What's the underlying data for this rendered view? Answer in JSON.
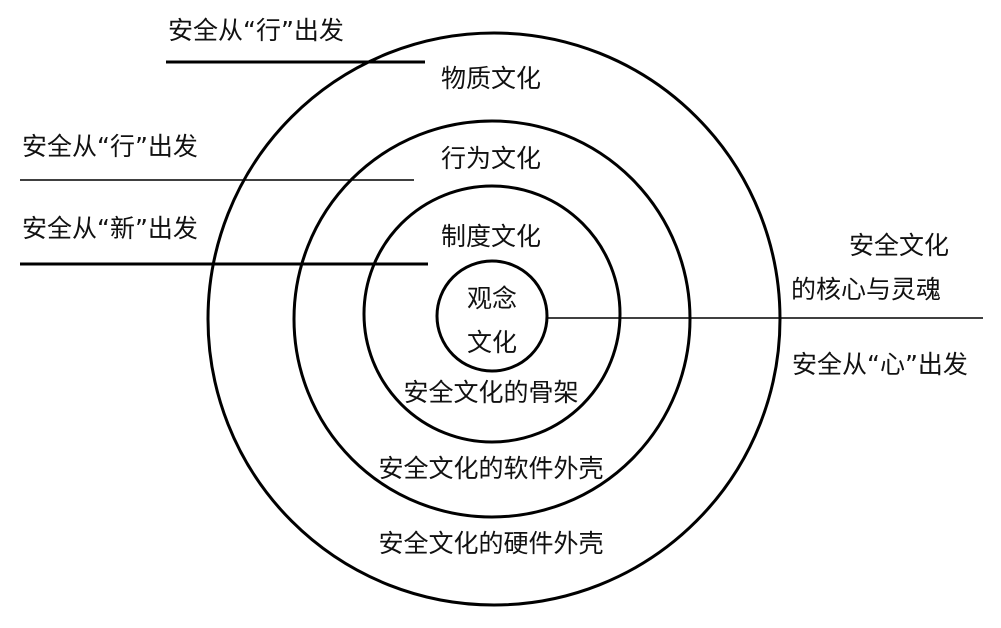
{
  "colors": {
    "stroke": "#000000",
    "text": "#111111",
    "background": "#ffffff"
  },
  "layers": {
    "outer": {
      "name": "物质文化",
      "description": "安全文化的硬件外壳"
    },
    "second": {
      "name": "行为文化",
      "description": "安全文化的软件外壳"
    },
    "third": {
      "name": "制度文化",
      "description": "安全文化的骨架"
    },
    "core": {
      "name_line1": "观念",
      "name_line2": "文化"
    }
  },
  "left_labels": {
    "top": "安全从“行”出发",
    "middle": "安全从“行”出发",
    "bottom": "安全从“新”出发"
  },
  "right_labels": {
    "core_desc_line1": "安全文化",
    "core_desc_line2": "的核心与灵魂",
    "core_motto": "安全从“心”出发"
  }
}
